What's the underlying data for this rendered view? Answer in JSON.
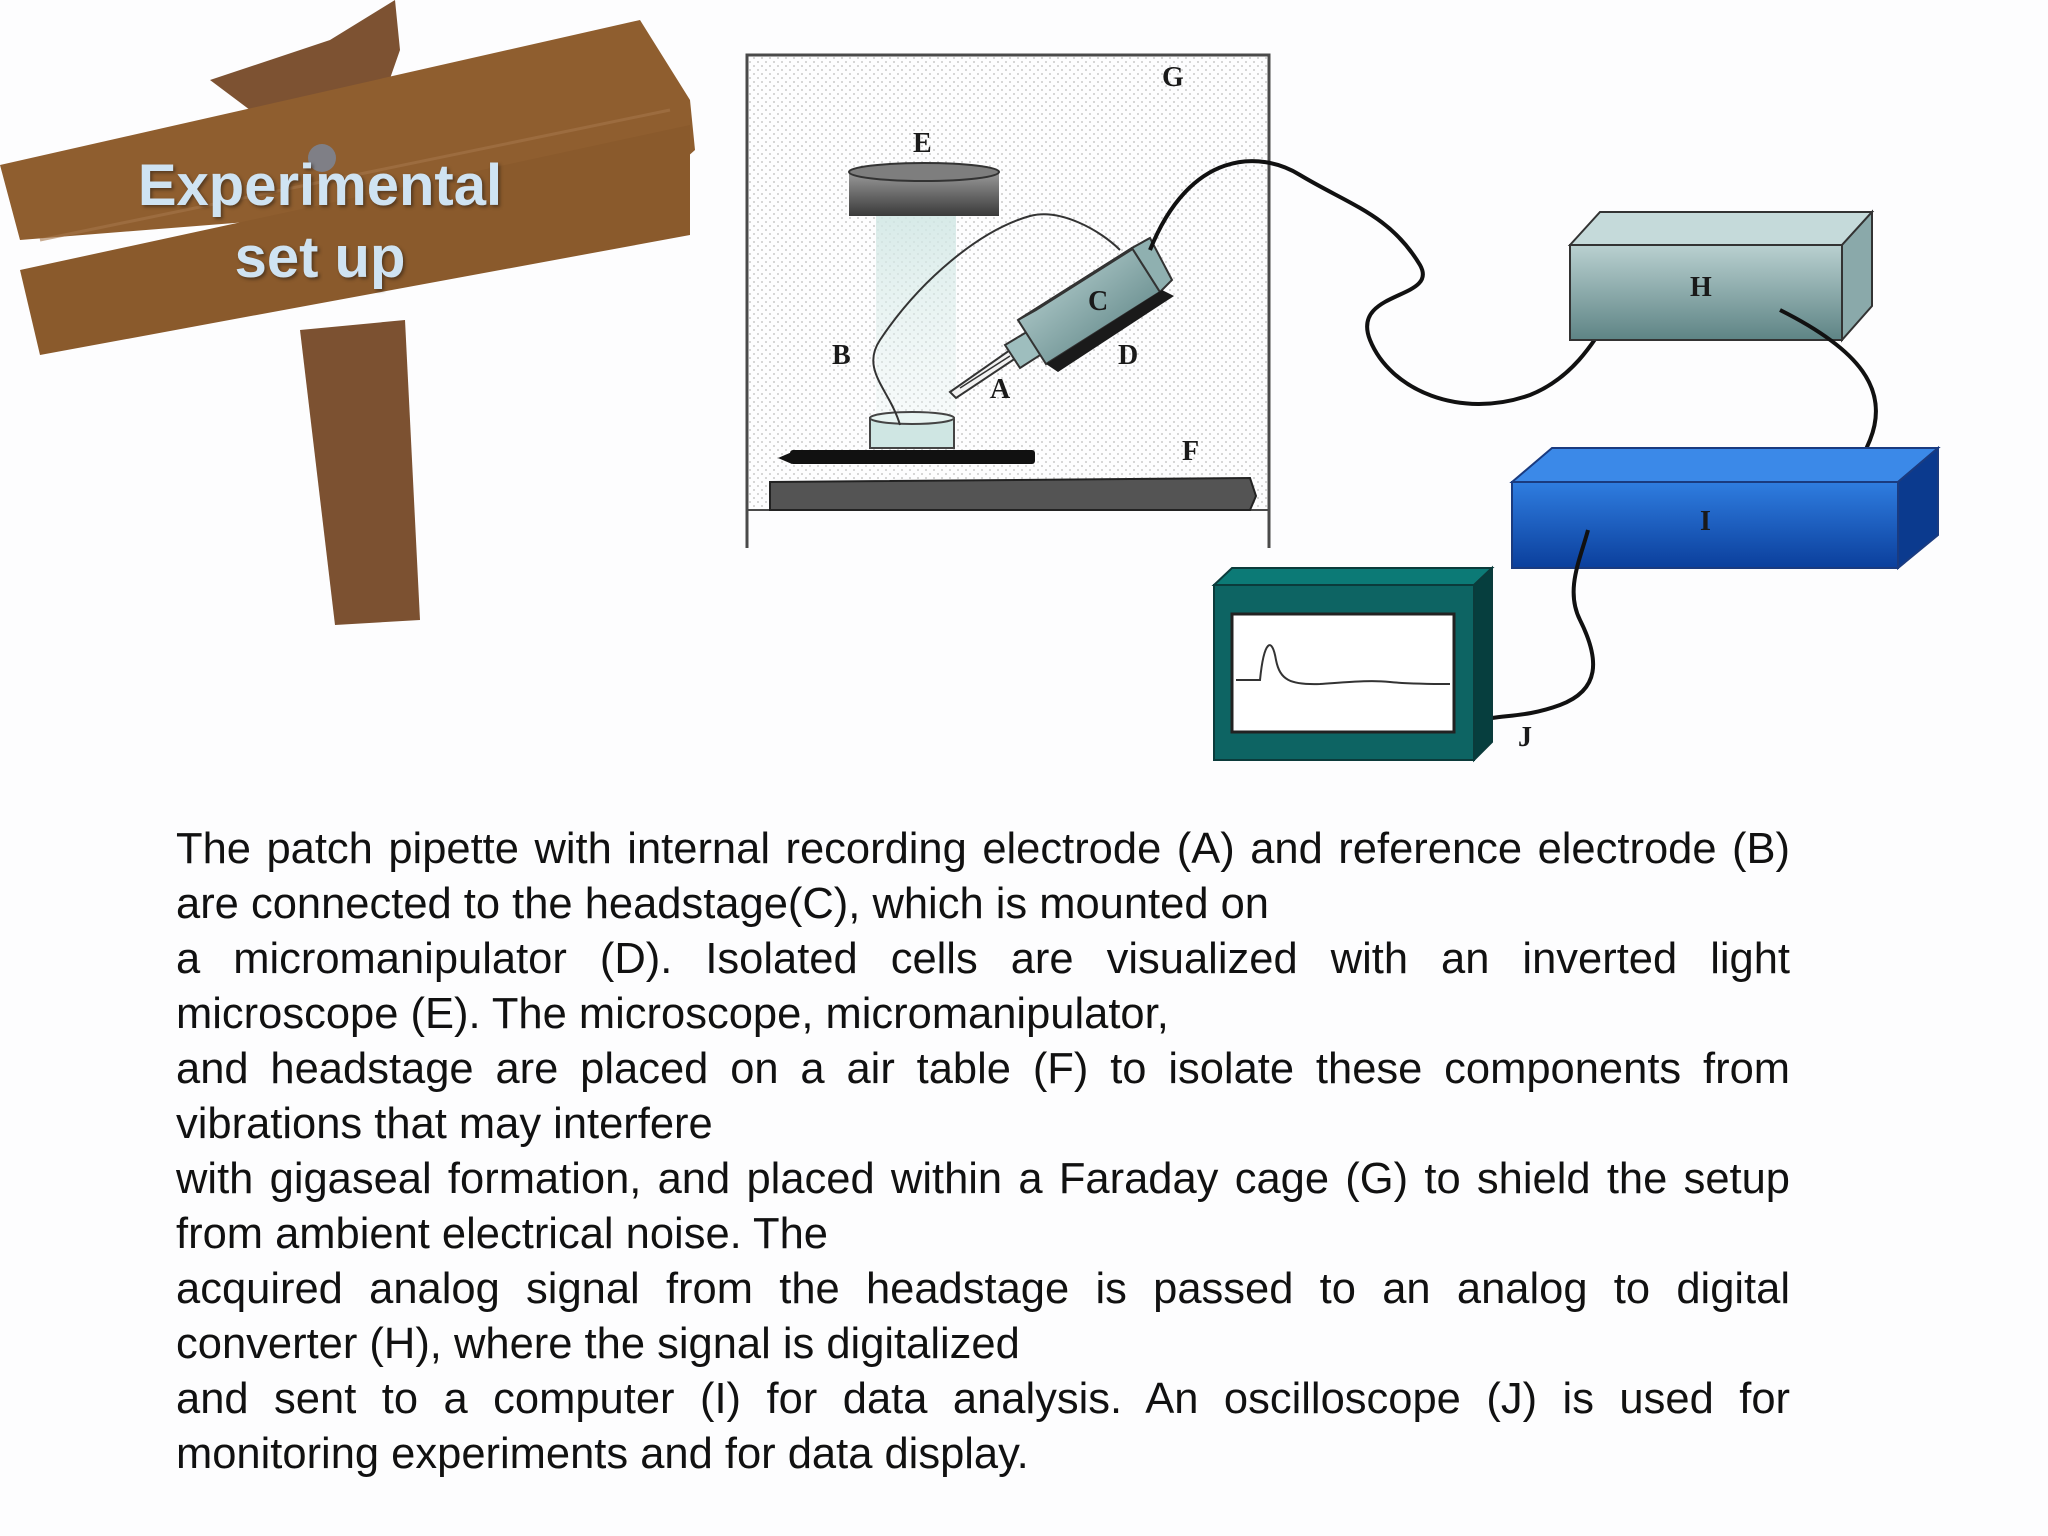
{
  "title": {
    "line1": "Experimental",
    "line2": "set up"
  },
  "diagram": {
    "labels": {
      "A": "A",
      "B": "B",
      "C": "C",
      "D": "D",
      "E": "E",
      "F": "F",
      "G": "G",
      "H": "H",
      "I": "I",
      "J": "J"
    },
    "colors": {
      "wood": "#8b5a2b",
      "converter": "#7fa7a8",
      "computer": "#1f63c9",
      "oscilloscope": "#0d6b6b",
      "microscope": "#5a5a5a",
      "table": "#444444"
    }
  },
  "caption": {
    "p1": "The patch pipette with internal recording electrode (A) and reference electrode (B) are connected to the headstage(C), which is mounted on",
    "p2": "a micromanipulator (D). Isolated cells are visualized with an inverted light microscope (E). The microscope, micromanipulator,",
    "p3": "and headstage are placed on a air table (F) to isolate these components from vibrations that may interfere",
    "p4": "with gigaseal formation, and placed within a Faraday cage (G) to shield the setup from ambient electrical noise. The",
    "p5": "acquired analog signal from the headstage is passed to an analog to digital converter (H), where the signal is digitalized",
    "p6": "and sent to a computer (I) for data analysis. An oscilloscope (J) is used for monitoring experiments and for data display."
  }
}
